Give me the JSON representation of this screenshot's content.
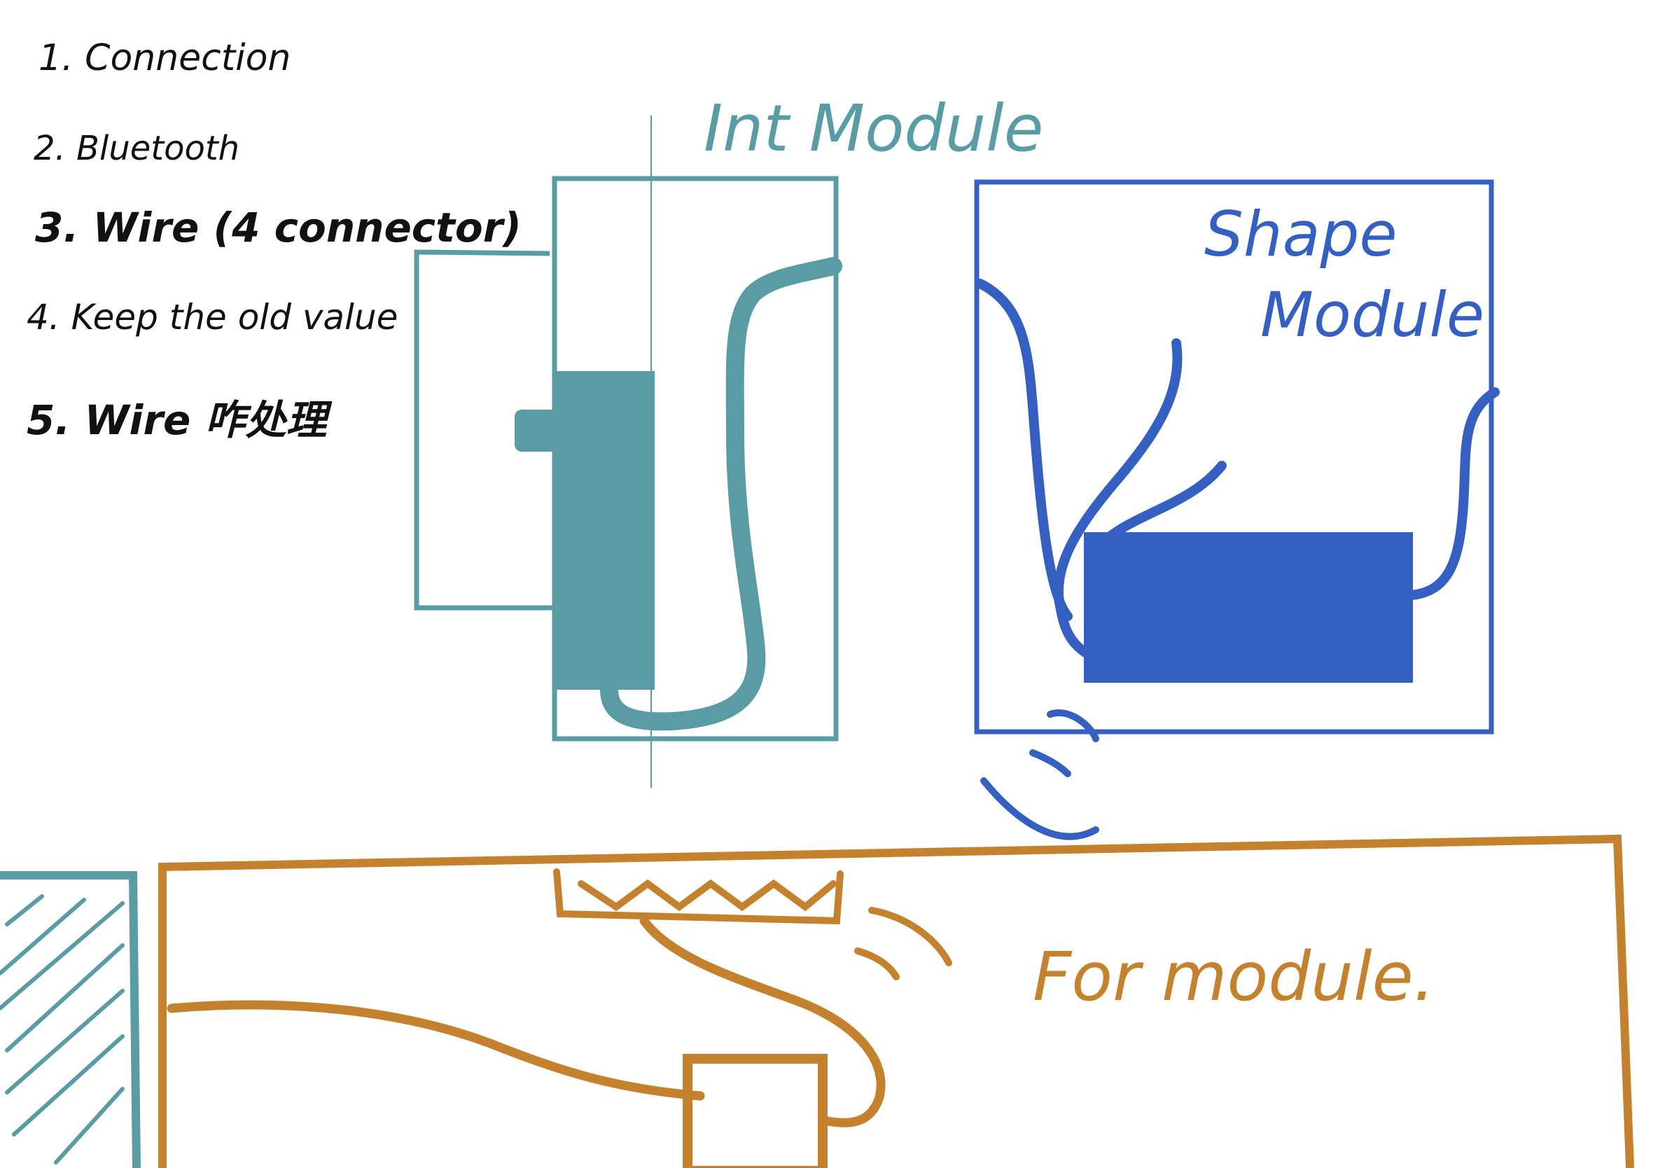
{
  "colors": {
    "black": "#111111",
    "teal": "#5a9ca3",
    "blue": "#3560c2",
    "orange": "#c4822f",
    "background": "#ffffff"
  },
  "notes": {
    "items": [
      "1. Connection",
      "2. Bluetooth",
      "3. Wire (4 connector)",
      "4. Keep the old value",
      "5. Wire 咋处理"
    ]
  },
  "int_module": {
    "label": "Int Module"
  },
  "shape_module": {
    "label_line1": "Shape",
    "label_line2": "Module"
  },
  "for_module": {
    "label": "For module."
  },
  "icons": {
    "wireless_signal_bottom": "wifi-signal-icon",
    "wireless_signal_for_module": "wifi-signal-icon"
  }
}
